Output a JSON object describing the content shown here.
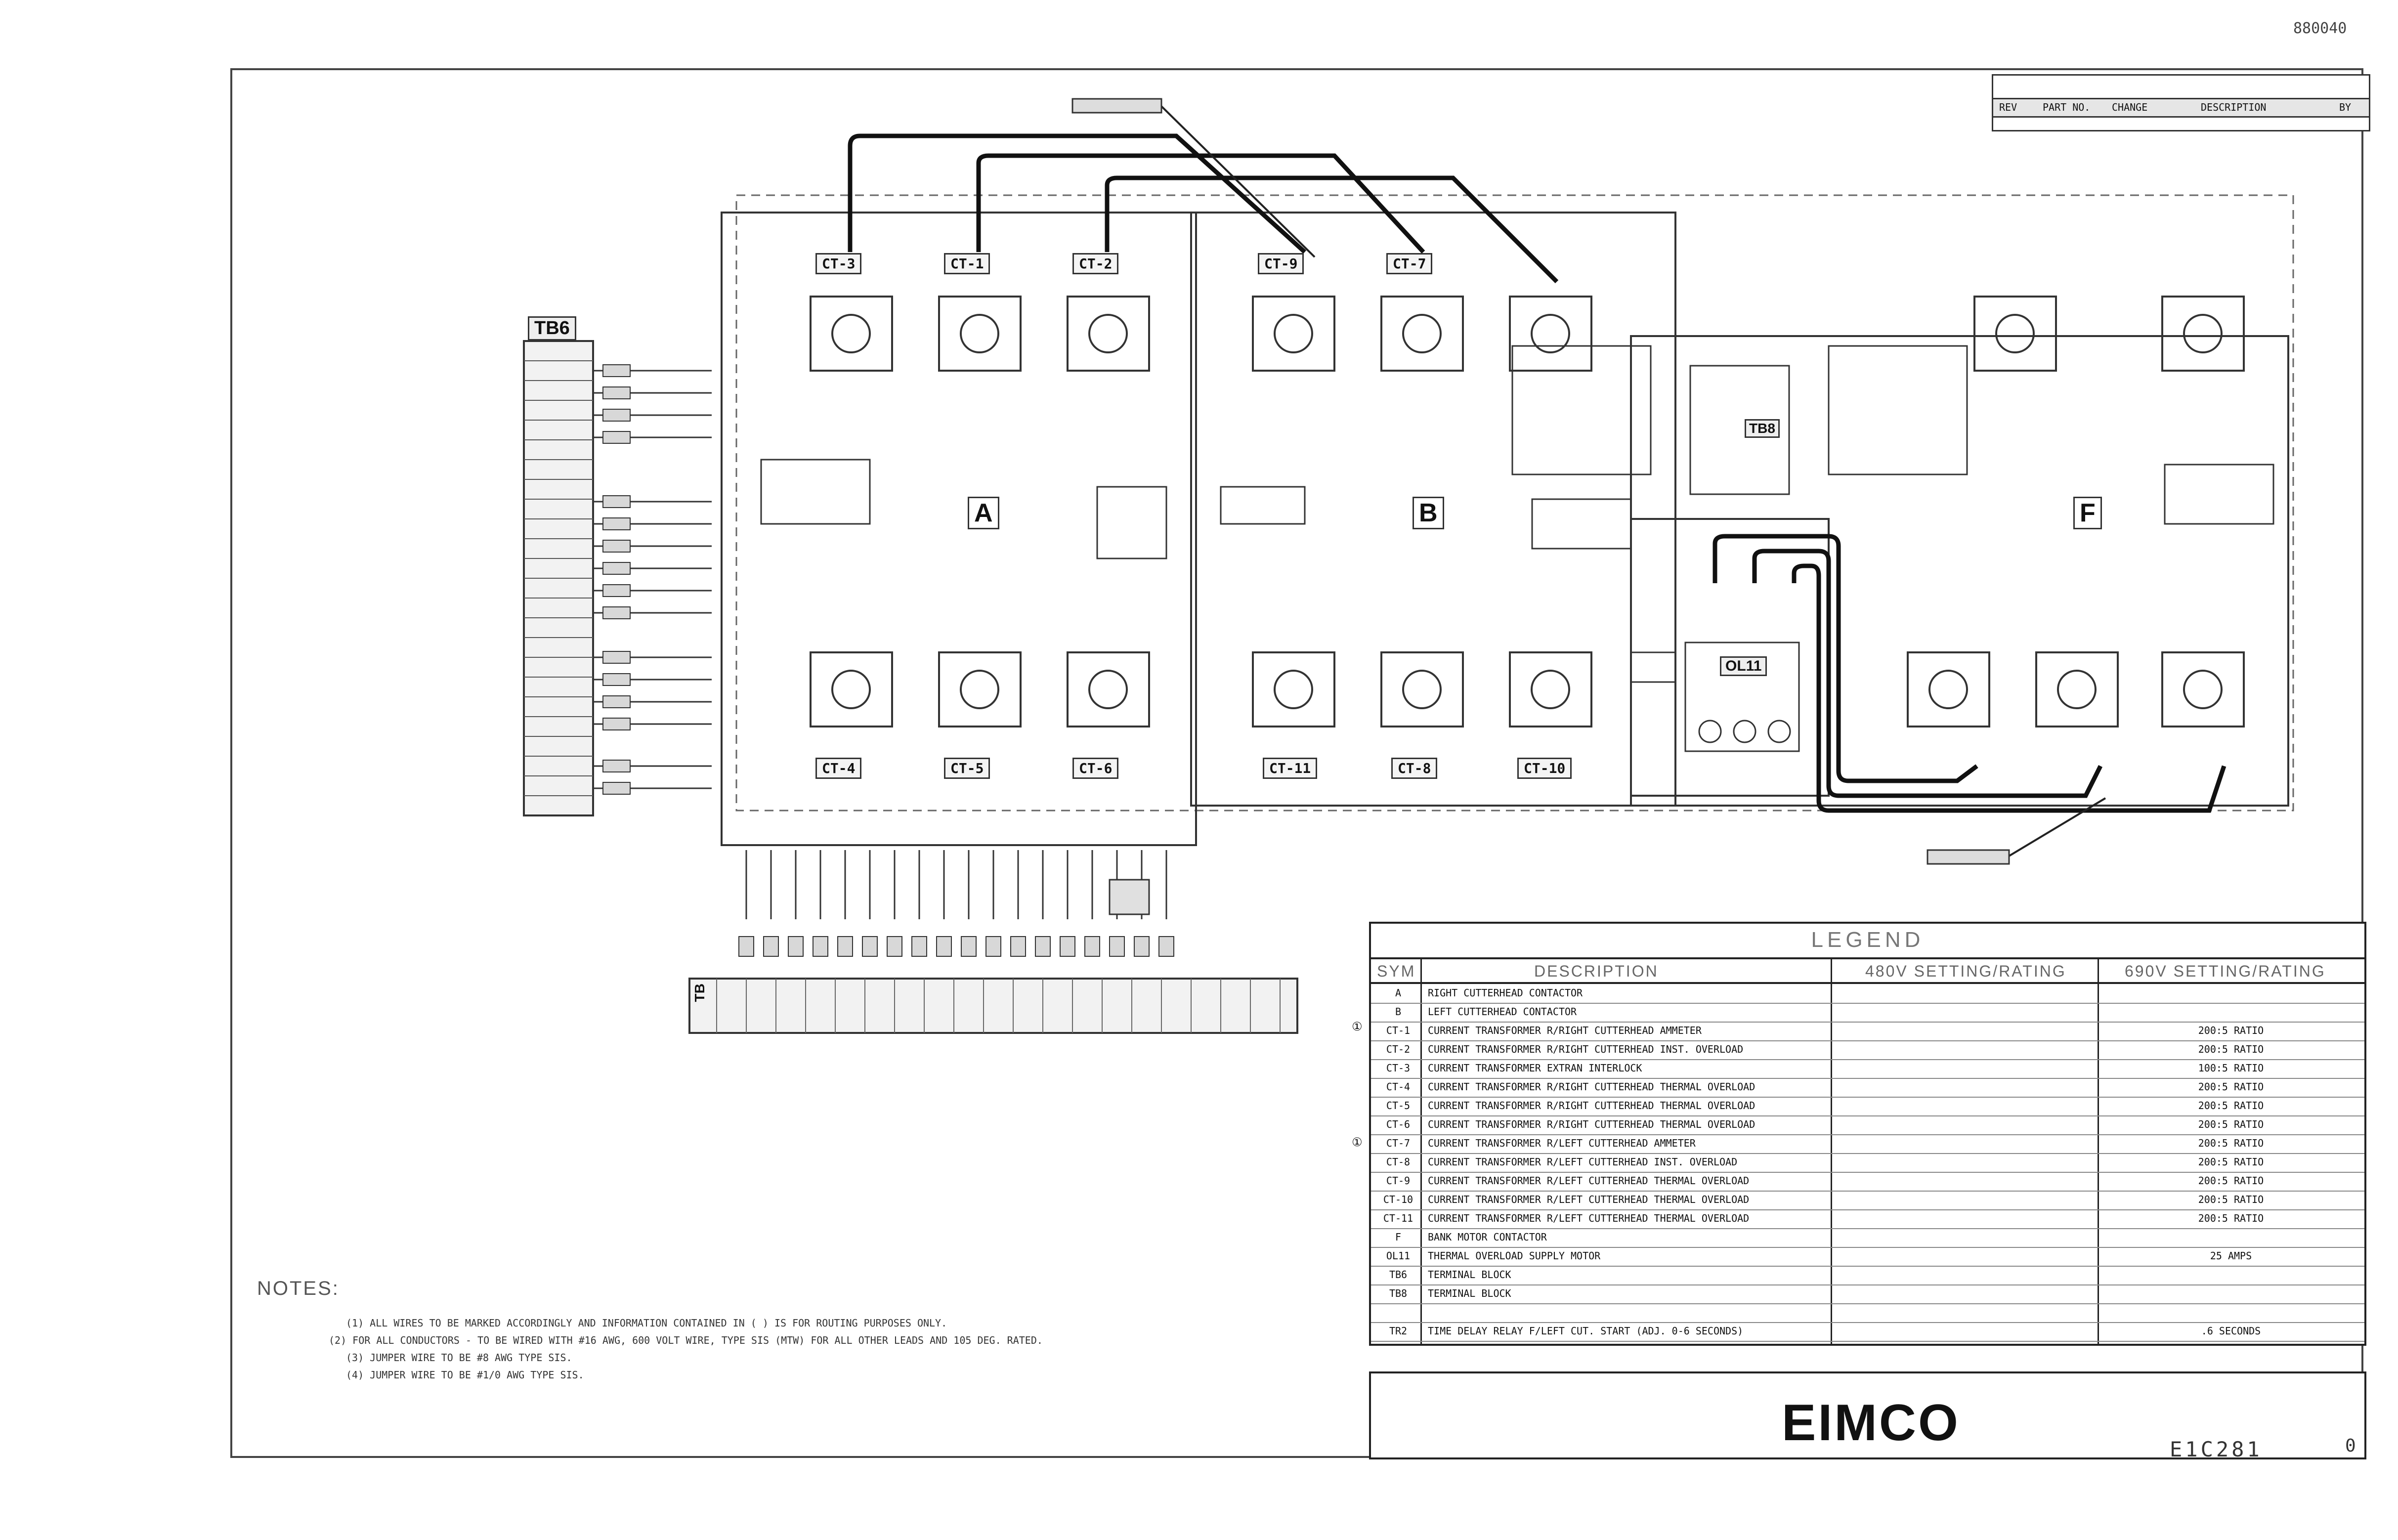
{
  "document": {
    "number": "880040",
    "company": "EIMCO",
    "drawing_number": "E1C281",
    "sheet_rev": "0"
  },
  "revision_block": {
    "col_rev": "REV",
    "col_part": "PART NO.",
    "col_change": "CHANGE",
    "col_desc": "DESCRIPTION",
    "col_by": "BY"
  },
  "diagram": {
    "terminal_block_left": "TB6",
    "terminal_block_bottom": "TB",
    "center_block": "TB8",
    "overload": "OL11",
    "contactors": [
      "A",
      "B",
      "F"
    ],
    "current_transformers_top": [
      "CT-3",
      "CT-1",
      "CT-2",
      "CT-9",
      "CT-7"
    ],
    "current_transformers_bottom": [
      "CT-4",
      "CT-5",
      "CT-6",
      "CT-11",
      "CT-8",
      "CT-10"
    ]
  },
  "legend": {
    "title": "LEGEND",
    "headers": {
      "sym": "SYM",
      "desc": "DESCRIPTION",
      "setting_480": "480V SETTING/RATING",
      "setting_690": "690V SETTING/RATING"
    },
    "rows": [
      {
        "sym": "A",
        "desc": "RIGHT CUTTERHEAD CONTACTOR",
        "v480": "",
        "v690": ""
      },
      {
        "sym": "B",
        "desc": "LEFT CUTTERHEAD CONTACTOR",
        "v480": "",
        "v690": ""
      },
      {
        "sym": "CT-1",
        "desc": "CURRENT TRANSFORMER R/RIGHT CUTTERHEAD AMMETER",
        "v480": "",
        "v690": "200:5 RATIO"
      },
      {
        "sym": "CT-2",
        "desc": "CURRENT TRANSFORMER R/RIGHT CUTTERHEAD INST. OVERLOAD",
        "v480": "",
        "v690": "200:5 RATIO"
      },
      {
        "sym": "CT-3",
        "desc": "CURRENT TRANSFORMER EXTRAN INTERLOCK",
        "v480": "",
        "v690": "100:5 RATIO"
      },
      {
        "sym": "CT-4",
        "desc": "CURRENT TRANSFORMER R/RIGHT CUTTERHEAD THERMAL OVERLOAD",
        "v480": "",
        "v690": "200:5 RATIO"
      },
      {
        "sym": "CT-5",
        "desc": "CURRENT TRANSFORMER R/RIGHT CUTTERHEAD THERMAL OVERLOAD",
        "v480": "",
        "v690": "200:5 RATIO"
      },
      {
        "sym": "CT-6",
        "desc": "CURRENT TRANSFORMER R/RIGHT CUTTERHEAD THERMAL OVERLOAD",
        "v480": "",
        "v690": "200:5 RATIO"
      },
      {
        "sym": "CT-7",
        "desc": "CURRENT TRANSFORMER R/LEFT CUTTERHEAD AMMETER",
        "v480": "",
        "v690": "200:5 RATIO"
      },
      {
        "sym": "CT-8",
        "desc": "CURRENT TRANSFORMER R/LEFT CUTTERHEAD INST. OVERLOAD",
        "v480": "",
        "v690": "200:5 RATIO"
      },
      {
        "sym": "CT-9",
        "desc": "CURRENT TRANSFORMER R/LEFT CUTTERHEAD THERMAL OVERLOAD",
        "v480": "",
        "v690": "200:5 RATIO"
      },
      {
        "sym": "CT-10",
        "desc": "CURRENT TRANSFORMER R/LEFT CUTTERHEAD THERMAL OVERLOAD",
        "v480": "",
        "v690": "200:5 RATIO"
      },
      {
        "sym": "CT-11",
        "desc": "CURRENT TRANSFORMER R/LEFT CUTTERHEAD THERMAL OVERLOAD",
        "v480": "",
        "v690": "200:5 RATIO"
      },
      {
        "sym": "F",
        "desc": "BANK MOTOR CONTACTOR",
        "v480": "",
        "v690": ""
      },
      {
        "sym": "OL11",
        "desc": "THERMAL OVERLOAD SUPPLY MOTOR",
        "v480": "",
        "v690": "25 AMPS"
      },
      {
        "sym": "TB6",
        "desc": "TERMINAL BLOCK",
        "v480": "",
        "v690": ""
      },
      {
        "sym": "TB8",
        "desc": "TERMINAL BLOCK",
        "v480": "",
        "v690": ""
      },
      {
        "sym": "",
        "desc": "",
        "v480": "",
        "v690": ""
      },
      {
        "sym": "TR2",
        "desc": "TIME DELAY RELAY F/LEFT CUT. START (ADJ. 0-6 SECONDS)",
        "v480": "",
        "v690": ".6 SECONDS"
      }
    ]
  },
  "notes": {
    "title": "NOTES:",
    "items": [
      "(1) ALL WIRES TO BE MARKED ACCORDINGLY AND INFORMATION CONTAINED IN ( ) IS FOR ROUTING PURPOSES ONLY.",
      "(2) FOR ALL CONDUCTORS - TO BE WIRED WITH #16 AWG, 600 VOLT WIRE, TYPE SIS (MTW) FOR ALL OTHER LEADS AND 105 DEG. RATED.",
      "(3) JUMPER WIRE TO BE #8 AWG TYPE SIS.",
      "(4) JUMPER WIRE TO BE #1/0 AWG TYPE SIS."
    ]
  }
}
